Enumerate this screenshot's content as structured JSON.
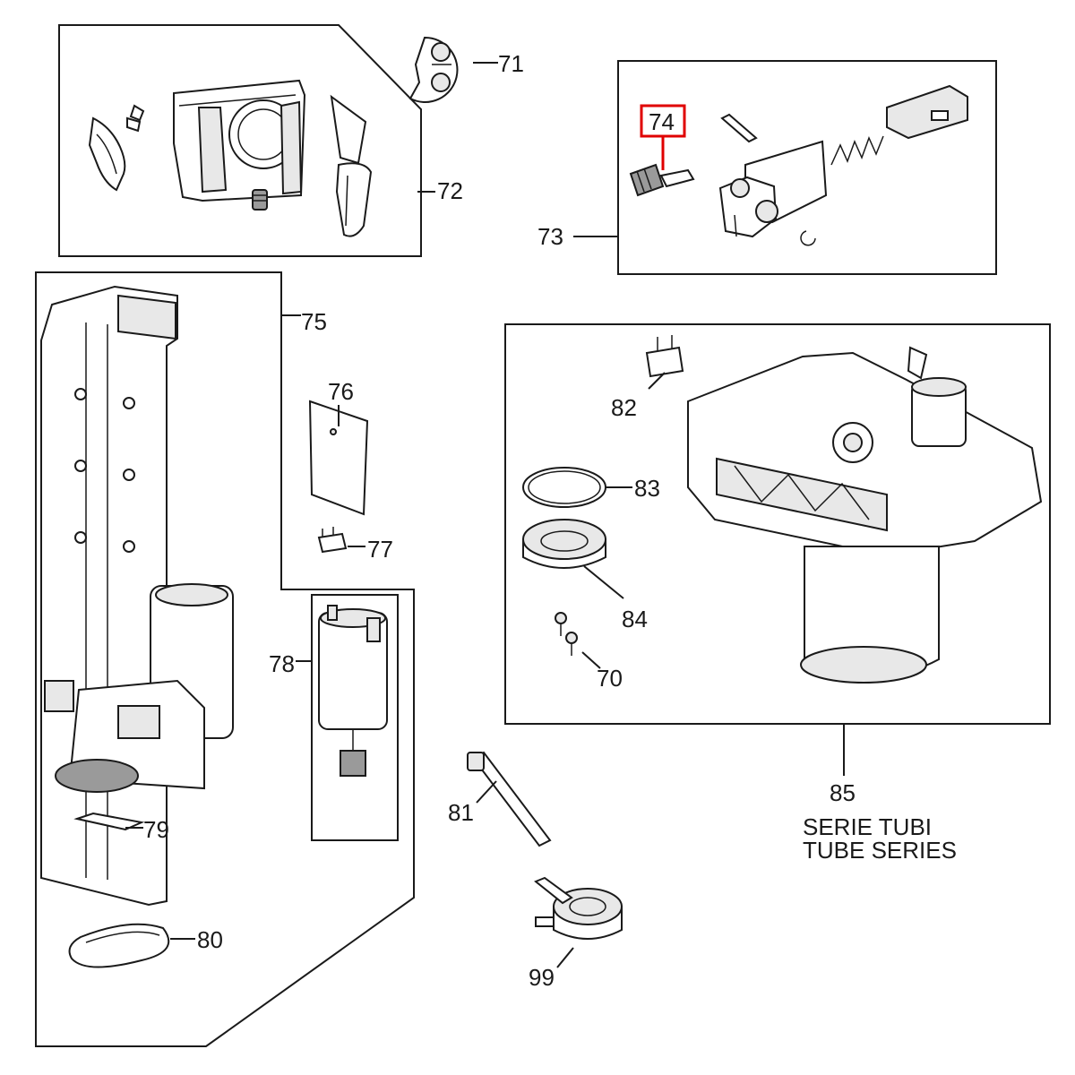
{
  "callouts": {
    "c70": "70",
    "c71": "71",
    "c72": "72",
    "c73": "73",
    "c74": "74",
    "c75": "75",
    "c76": "76",
    "c77": "77",
    "c78": "78",
    "c79": "79",
    "c80": "80",
    "c81": "81",
    "c82": "82",
    "c83": "83",
    "c84": "84",
    "c85": "85",
    "c99": "99"
  },
  "series_note": {
    "line1": "SERIE TUBI",
    "line2": "TUBE SERIES"
  },
  "highlight": {
    "part": "74",
    "color": "#e00000"
  },
  "colors": {
    "line": "#1a1a1a",
    "background": "#ffffff"
  }
}
